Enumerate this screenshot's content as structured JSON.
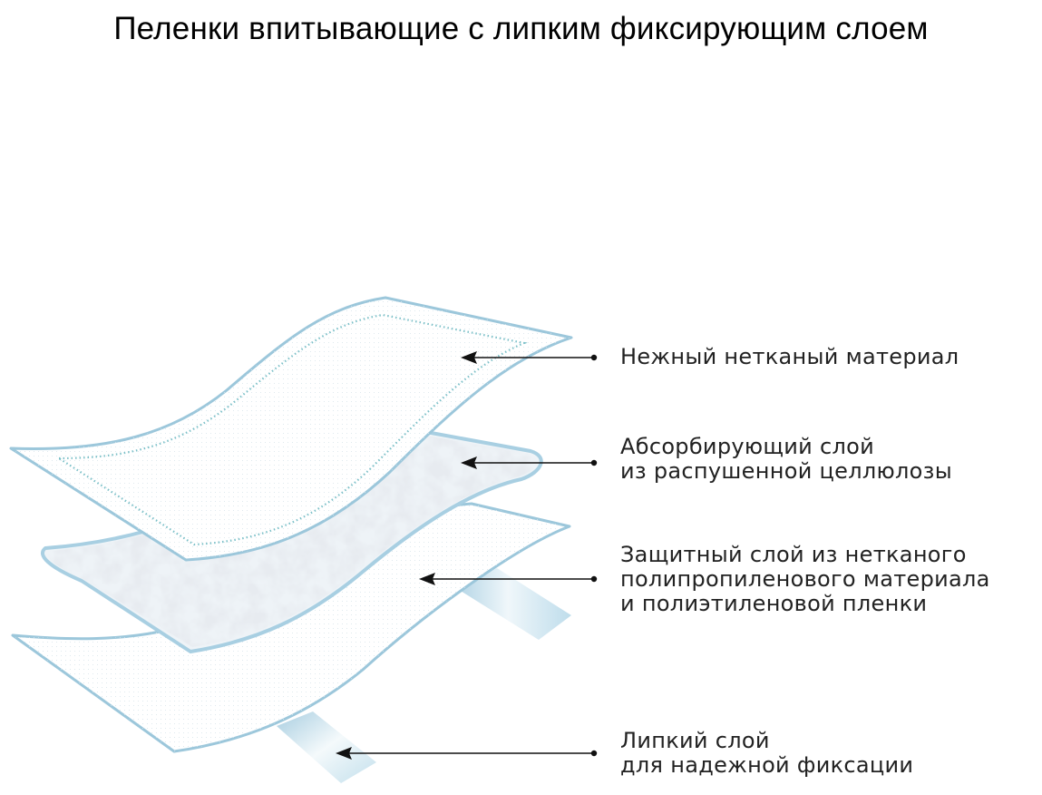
{
  "title": "Пеленки впитывающие с липким фиксирующим слоем",
  "layers": [
    {
      "lines": [
        "Нежный нетканый материал"
      ]
    },
    {
      "lines": [
        "Абсорбирующий слой",
        "из распушенной целлюлозы"
      ]
    },
    {
      "lines": [
        "Защитный слой из нетканого",
        "полипропиленового материала",
        "и полиэтиленовой пленки"
      ]
    },
    {
      "lines": [
        "Липкий слой",
        "для надежной фиксации"
      ]
    }
  ],
  "colors": {
    "outline": "#9cc7db",
    "dots": "#7cc0c8",
    "fluff": "#c9d3dd",
    "tape": "#b8d8e8",
    "arrow": "#111111"
  }
}
